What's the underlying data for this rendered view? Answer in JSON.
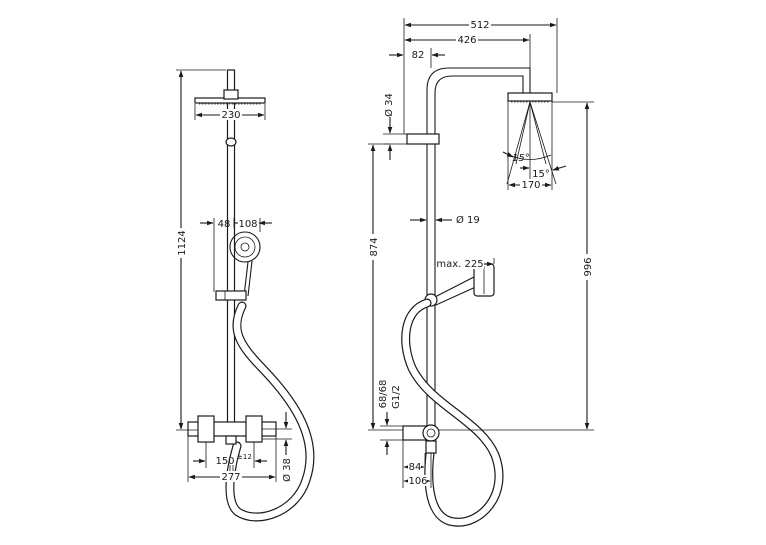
{
  "front_view": {
    "overhead_shower_diameter": "230",
    "total_height": "1124",
    "handshower_offset": "48",
    "handshower_diameter": "108",
    "thermostat_centres": "150",
    "thermostat_centres_tolerance": "±12",
    "thermostat_width": "277",
    "outlet_height": "Ø 38"
  },
  "side_view": {
    "arm_reach": "512",
    "arm_length": "426",
    "arm_bend_offset": "82",
    "pipe_diameter_upper": "Ø 34",
    "pipe_diameter_lower": "Ø 19",
    "height_874": "874",
    "height_996": "996",
    "tilt_left": "15°",
    "tilt_right": "15°",
    "head_width": "170",
    "handshower_reach": "max. 225",
    "connection_spacing": "68/68",
    "connection_thread": "G1/2",
    "wall_offset_84": "84",
    "wall_offset_106": "106"
  }
}
